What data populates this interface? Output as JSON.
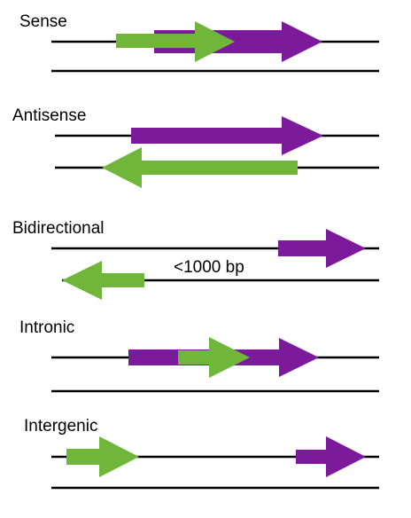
{
  "colors": {
    "green": "#70b63b",
    "purple": "#7b1a9b",
    "line": "#000000",
    "background": "#ffffff"
  },
  "panels": [
    {
      "id": "sense",
      "title": "Sense",
      "arrows": [
        {
          "color": "purple",
          "direction": "right"
        },
        {
          "color": "green",
          "direction": "right"
        }
      ]
    },
    {
      "id": "antisense",
      "title": "Antisense",
      "arrows": [
        {
          "color": "purple",
          "direction": "right"
        },
        {
          "color": "green",
          "direction": "left"
        }
      ]
    },
    {
      "id": "bidirectional",
      "title": "Bidirectional",
      "annotation": "<1000 bp",
      "arrows": [
        {
          "color": "purple",
          "direction": "right"
        },
        {
          "color": "green",
          "direction": "left"
        }
      ]
    },
    {
      "id": "intronic",
      "title": "Intronic",
      "arrows": [
        {
          "color": "purple",
          "direction": "right"
        },
        {
          "color": "green",
          "direction": "right"
        }
      ]
    },
    {
      "id": "intergenic",
      "title": "Intergenic",
      "arrows": [
        {
          "color": "green",
          "direction": "right"
        },
        {
          "color": "purple",
          "direction": "right"
        }
      ]
    }
  ]
}
